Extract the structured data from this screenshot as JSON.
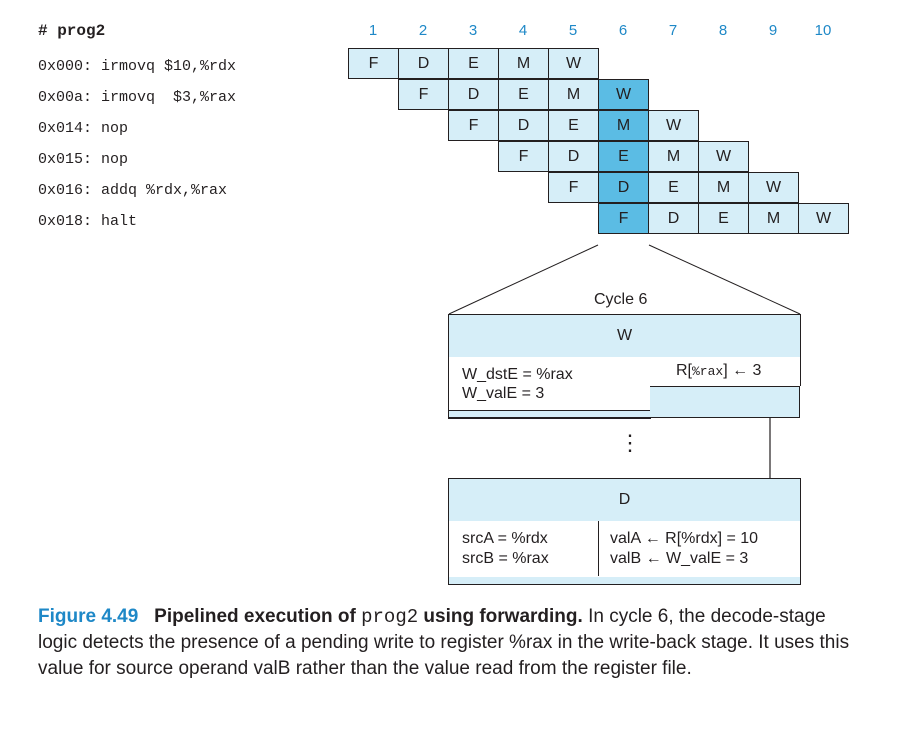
{
  "program": {
    "title": "# prog2",
    "lines": [
      "0x000: irmovq $10,%rdx",
      "0x00a: irmovq  $3,%rax",
      "0x014: nop",
      "0x015: nop",
      "0x016: addq %rdx,%rax",
      "0x018: halt"
    ]
  },
  "pipeline": {
    "cycles": [
      "1",
      "2",
      "3",
      "4",
      "5",
      "6",
      "7",
      "8",
      "9",
      "10"
    ],
    "rows": [
      [
        "F",
        "D",
        "E",
        "M",
        "W"
      ],
      [
        "F",
        "D",
        "E",
        "M",
        "W"
      ],
      [
        "F",
        "D",
        "E",
        "M",
        "W"
      ],
      [
        "F",
        "D",
        "E",
        "M",
        "W"
      ],
      [
        "F",
        "D",
        "E",
        "M",
        "W"
      ],
      [
        "F",
        "D",
        "E",
        "M",
        "W"
      ]
    ],
    "highlight_cycle": 6
  },
  "detail": {
    "title": "Cycle 6",
    "w_stage": {
      "label": "W",
      "left_line1": "W_dstE = %rax",
      "left_line2": "W_valE = 3",
      "right_prefix": "R[",
      "right_reg": "%rax",
      "right_suffix": "] ← 3"
    },
    "ellipsis": "⋮",
    "d_stage": {
      "label": "D",
      "src_a": "srcA = %rdx",
      "src_b": "srcB = %rax",
      "val_a": "valA ← R[%rdx] = 10",
      "val_b": "valB ← W_valE = 3"
    }
  },
  "caption": {
    "label": "Figure 4.49",
    "title_a": "Pipelined execution of",
    "title_code": "prog2",
    "title_b": "using forwarding.",
    "body": "In cycle 6, the decode-stage logic detects the presence of a pending write to register %rax in the write-back stage. It uses this value for source operand valB rather than the value read from the register file."
  },
  "colors": {
    "light": "#d6eef8",
    "highlight": "#5bbce4",
    "accent": "#1e88c7"
  }
}
